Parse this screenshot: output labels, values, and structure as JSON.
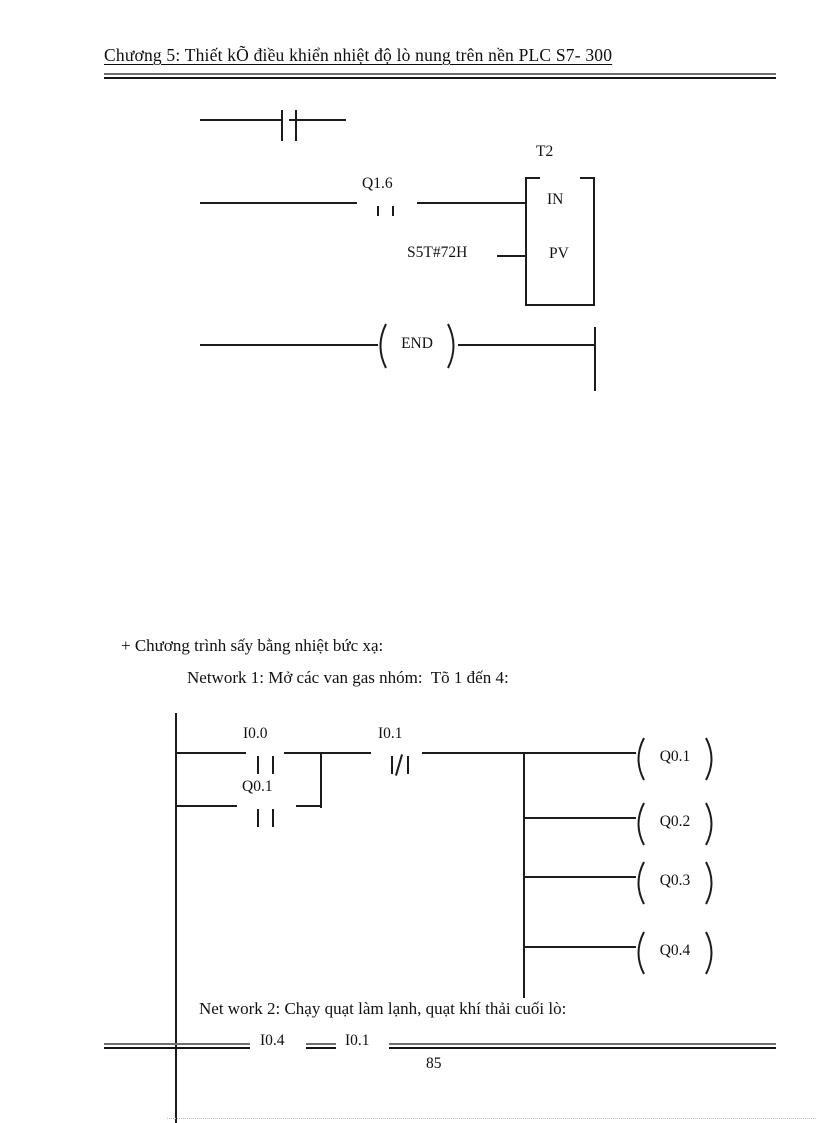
{
  "header": {
    "title": "Chương 5: Thiết kÕ điều khiển nhiệt độ lò nung trên nền PLC S7- 300"
  },
  "text": {
    "intro": "+ Chương trình sấy bằng nhiệt bức xạ:",
    "network1_title": "Network 1: Mở các van gas nhóm:  Tõ 1 đến 4:",
    "network2_title": "Net work 2: Chạy quạt làm lạnh, quạt khí thải cuối lò:"
  },
  "timer_network": {
    "contact_label": "Q1.6",
    "timer_name": "T2",
    "timer_in_label": "IN",
    "timer_pv_label": "PV",
    "pv_value": "S5T#72H",
    "end_coil_label": "END"
  },
  "network1": {
    "contact_i00": "I0.0",
    "contact_q01": "Q0.1",
    "contact_i01": "I0.1",
    "coils": [
      "Q0.1",
      "Q0.2",
      "Q0.3",
      "Q0.4"
    ]
  },
  "network2": {
    "contact_i04": "I0.4",
    "contact_i01": "I0.1"
  },
  "footer": {
    "page_number": "85"
  }
}
